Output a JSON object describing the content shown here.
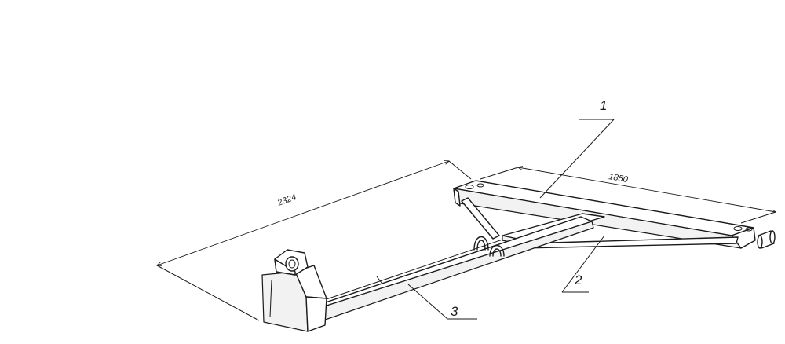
{
  "dimensions": {
    "length": "2324",
    "width": "1850"
  },
  "labels": {
    "part_1": "1",
    "part_2": "2",
    "part_3": "3"
  }
}
